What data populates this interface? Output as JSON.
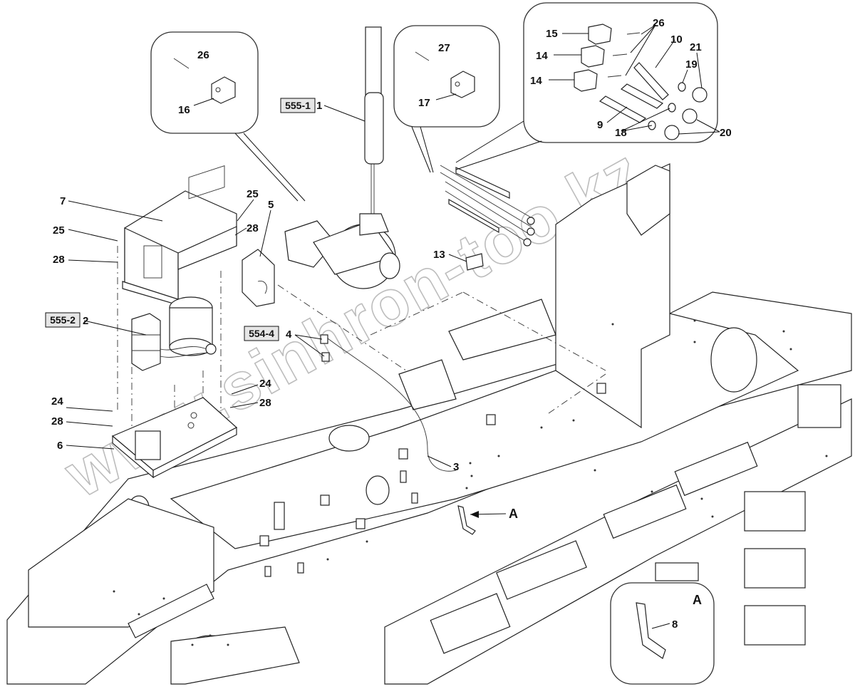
{
  "watermark": "www.sinhron-too.kz",
  "reference_boxes": [
    {
      "id": "555-1",
      "text": "555-1"
    },
    {
      "id": "555-2",
      "text": "555-2"
    },
    {
      "id": "554-4",
      "text": "554-4"
    }
  ],
  "part_labels": {
    "p1": "1",
    "p2": "2",
    "p3": "3",
    "p4": "4",
    "p5": "5",
    "p6": "6",
    "p7": "7",
    "p8": "8",
    "p9": "9",
    "p10": "10",
    "p13": "13",
    "p14a": "14",
    "p14b": "14",
    "p15": "15",
    "p16": "16",
    "p17": "17",
    "p18": "18",
    "p19": "19",
    "p20": "20",
    "p21": "21",
    "p24a": "24",
    "p24b": "24",
    "p25a": "25",
    "p25b": "25",
    "p26a": "26",
    "p26b": "26",
    "p27": "27",
    "p28a": "28",
    "p28b": "28",
    "p28c": "28",
    "p28d": "28"
  },
  "detail_view": {
    "arrow_label": "A",
    "inset_title": "A"
  }
}
